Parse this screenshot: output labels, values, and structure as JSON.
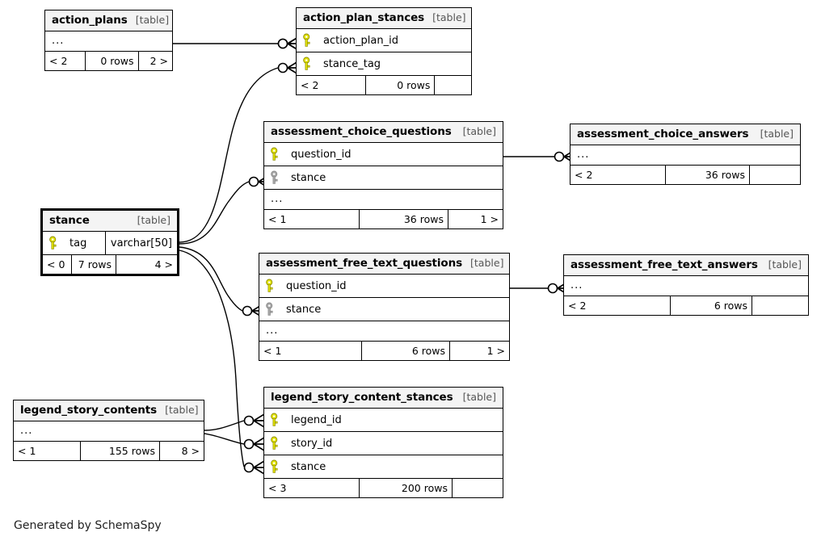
{
  "diagram": {
    "type": "entity-relationship-diagram",
    "generator_credit": "Generated by SchemaSpy",
    "kind_label": "[table]",
    "ellipsis": "...",
    "colors": {
      "primary_key": "#e3e300",
      "foreign_key": "#a8a8a8",
      "header_background": "#f4f4f4",
      "border": "#000000",
      "background": "#ffffff"
    }
  },
  "tables": [
    {
      "id": "action_plans",
      "name": "action_plans",
      "kind": "[table]",
      "highlight": false,
      "has_ellipsis": true,
      "columns": [],
      "footer": {
        "left": "< 2",
        "mid": "0 rows",
        "right": "2 >"
      }
    },
    {
      "id": "action_plan_stances",
      "name": "action_plan_stances",
      "kind": "[table]",
      "highlight": false,
      "has_ellipsis": false,
      "columns": [
        {
          "label": "action_plan_id",
          "key": "primary",
          "type": ""
        },
        {
          "label": "stance_tag",
          "key": "primary",
          "type": ""
        }
      ],
      "footer": {
        "left": "< 2",
        "mid": "0 rows",
        "right": ""
      }
    },
    {
      "id": "assessment_choice_questions",
      "name": "assessment_choice_questions",
      "kind": "[table]",
      "highlight": false,
      "has_ellipsis": true,
      "columns": [
        {
          "label": "question_id",
          "key": "primary",
          "type": ""
        },
        {
          "label": "stance",
          "key": "foreign",
          "type": ""
        }
      ],
      "footer": {
        "left": "< 1",
        "mid": "36 rows",
        "right": "1 >"
      }
    },
    {
      "id": "assessment_choice_answers",
      "name": "assessment_choice_answers",
      "kind": "[table]",
      "highlight": false,
      "has_ellipsis": true,
      "columns": [],
      "footer": {
        "left": "< 2",
        "mid": "36 rows",
        "right": ""
      }
    },
    {
      "id": "stance",
      "name": "stance",
      "kind": "[table]",
      "highlight": true,
      "has_ellipsis": false,
      "columns": [
        {
          "label": "tag",
          "key": "primary",
          "type": "varchar[50]"
        }
      ],
      "footer": {
        "left": "< 0",
        "mid": "7 rows",
        "right": "4 >"
      }
    },
    {
      "id": "assessment_free_text_questions",
      "name": "assessment_free_text_questions",
      "kind": "[table]",
      "highlight": false,
      "has_ellipsis": true,
      "columns": [
        {
          "label": "question_id",
          "key": "primary",
          "type": ""
        },
        {
          "label": "stance",
          "key": "foreign",
          "type": ""
        }
      ],
      "footer": {
        "left": "< 1",
        "mid": "6 rows",
        "right": "1 >"
      }
    },
    {
      "id": "assessment_free_text_answers",
      "name": "assessment_free_text_answers",
      "kind": "[table]",
      "highlight": false,
      "has_ellipsis": true,
      "columns": [],
      "footer": {
        "left": "< 2",
        "mid": "6 rows",
        "right": ""
      }
    },
    {
      "id": "legend_story_contents",
      "name": "legend_story_contents",
      "kind": "[table]",
      "highlight": false,
      "has_ellipsis": true,
      "columns": [],
      "footer": {
        "left": "< 1",
        "mid": "155 rows",
        "right": "8 >"
      }
    },
    {
      "id": "legend_story_content_stances",
      "name": "legend_story_content_stances",
      "kind": "[table]",
      "highlight": false,
      "has_ellipsis": false,
      "columns": [
        {
          "label": "legend_id",
          "key": "primary",
          "type": ""
        },
        {
          "label": "story_id",
          "key": "primary",
          "type": ""
        },
        {
          "label": "stance",
          "key": "primary",
          "type": ""
        }
      ],
      "footer": {
        "left": "< 3",
        "mid": "200 rows",
        "right": ""
      }
    }
  ],
  "relationships": [
    {
      "from": "action_plans",
      "to": "action_plan_stances",
      "to_column": "action_plan_id"
    },
    {
      "from": "stance",
      "to": "action_plan_stances",
      "to_column": "stance_tag"
    },
    {
      "from": "stance",
      "to": "assessment_choice_questions",
      "to_column": "stance"
    },
    {
      "from": "stance",
      "to": "assessment_free_text_questions",
      "to_column": "stance"
    },
    {
      "from": "stance",
      "to": "legend_story_content_stances",
      "to_column": "stance"
    },
    {
      "from": "assessment_choice_questions",
      "to": "assessment_choice_answers",
      "to_column": "..."
    },
    {
      "from": "assessment_free_text_questions",
      "to": "assessment_free_text_answers",
      "to_column": "..."
    },
    {
      "from": "legend_story_contents",
      "to": "legend_story_content_stances",
      "to_column": "legend_id"
    },
    {
      "from": "legend_story_contents",
      "to": "legend_story_content_stances",
      "to_column": "story_id"
    }
  ]
}
